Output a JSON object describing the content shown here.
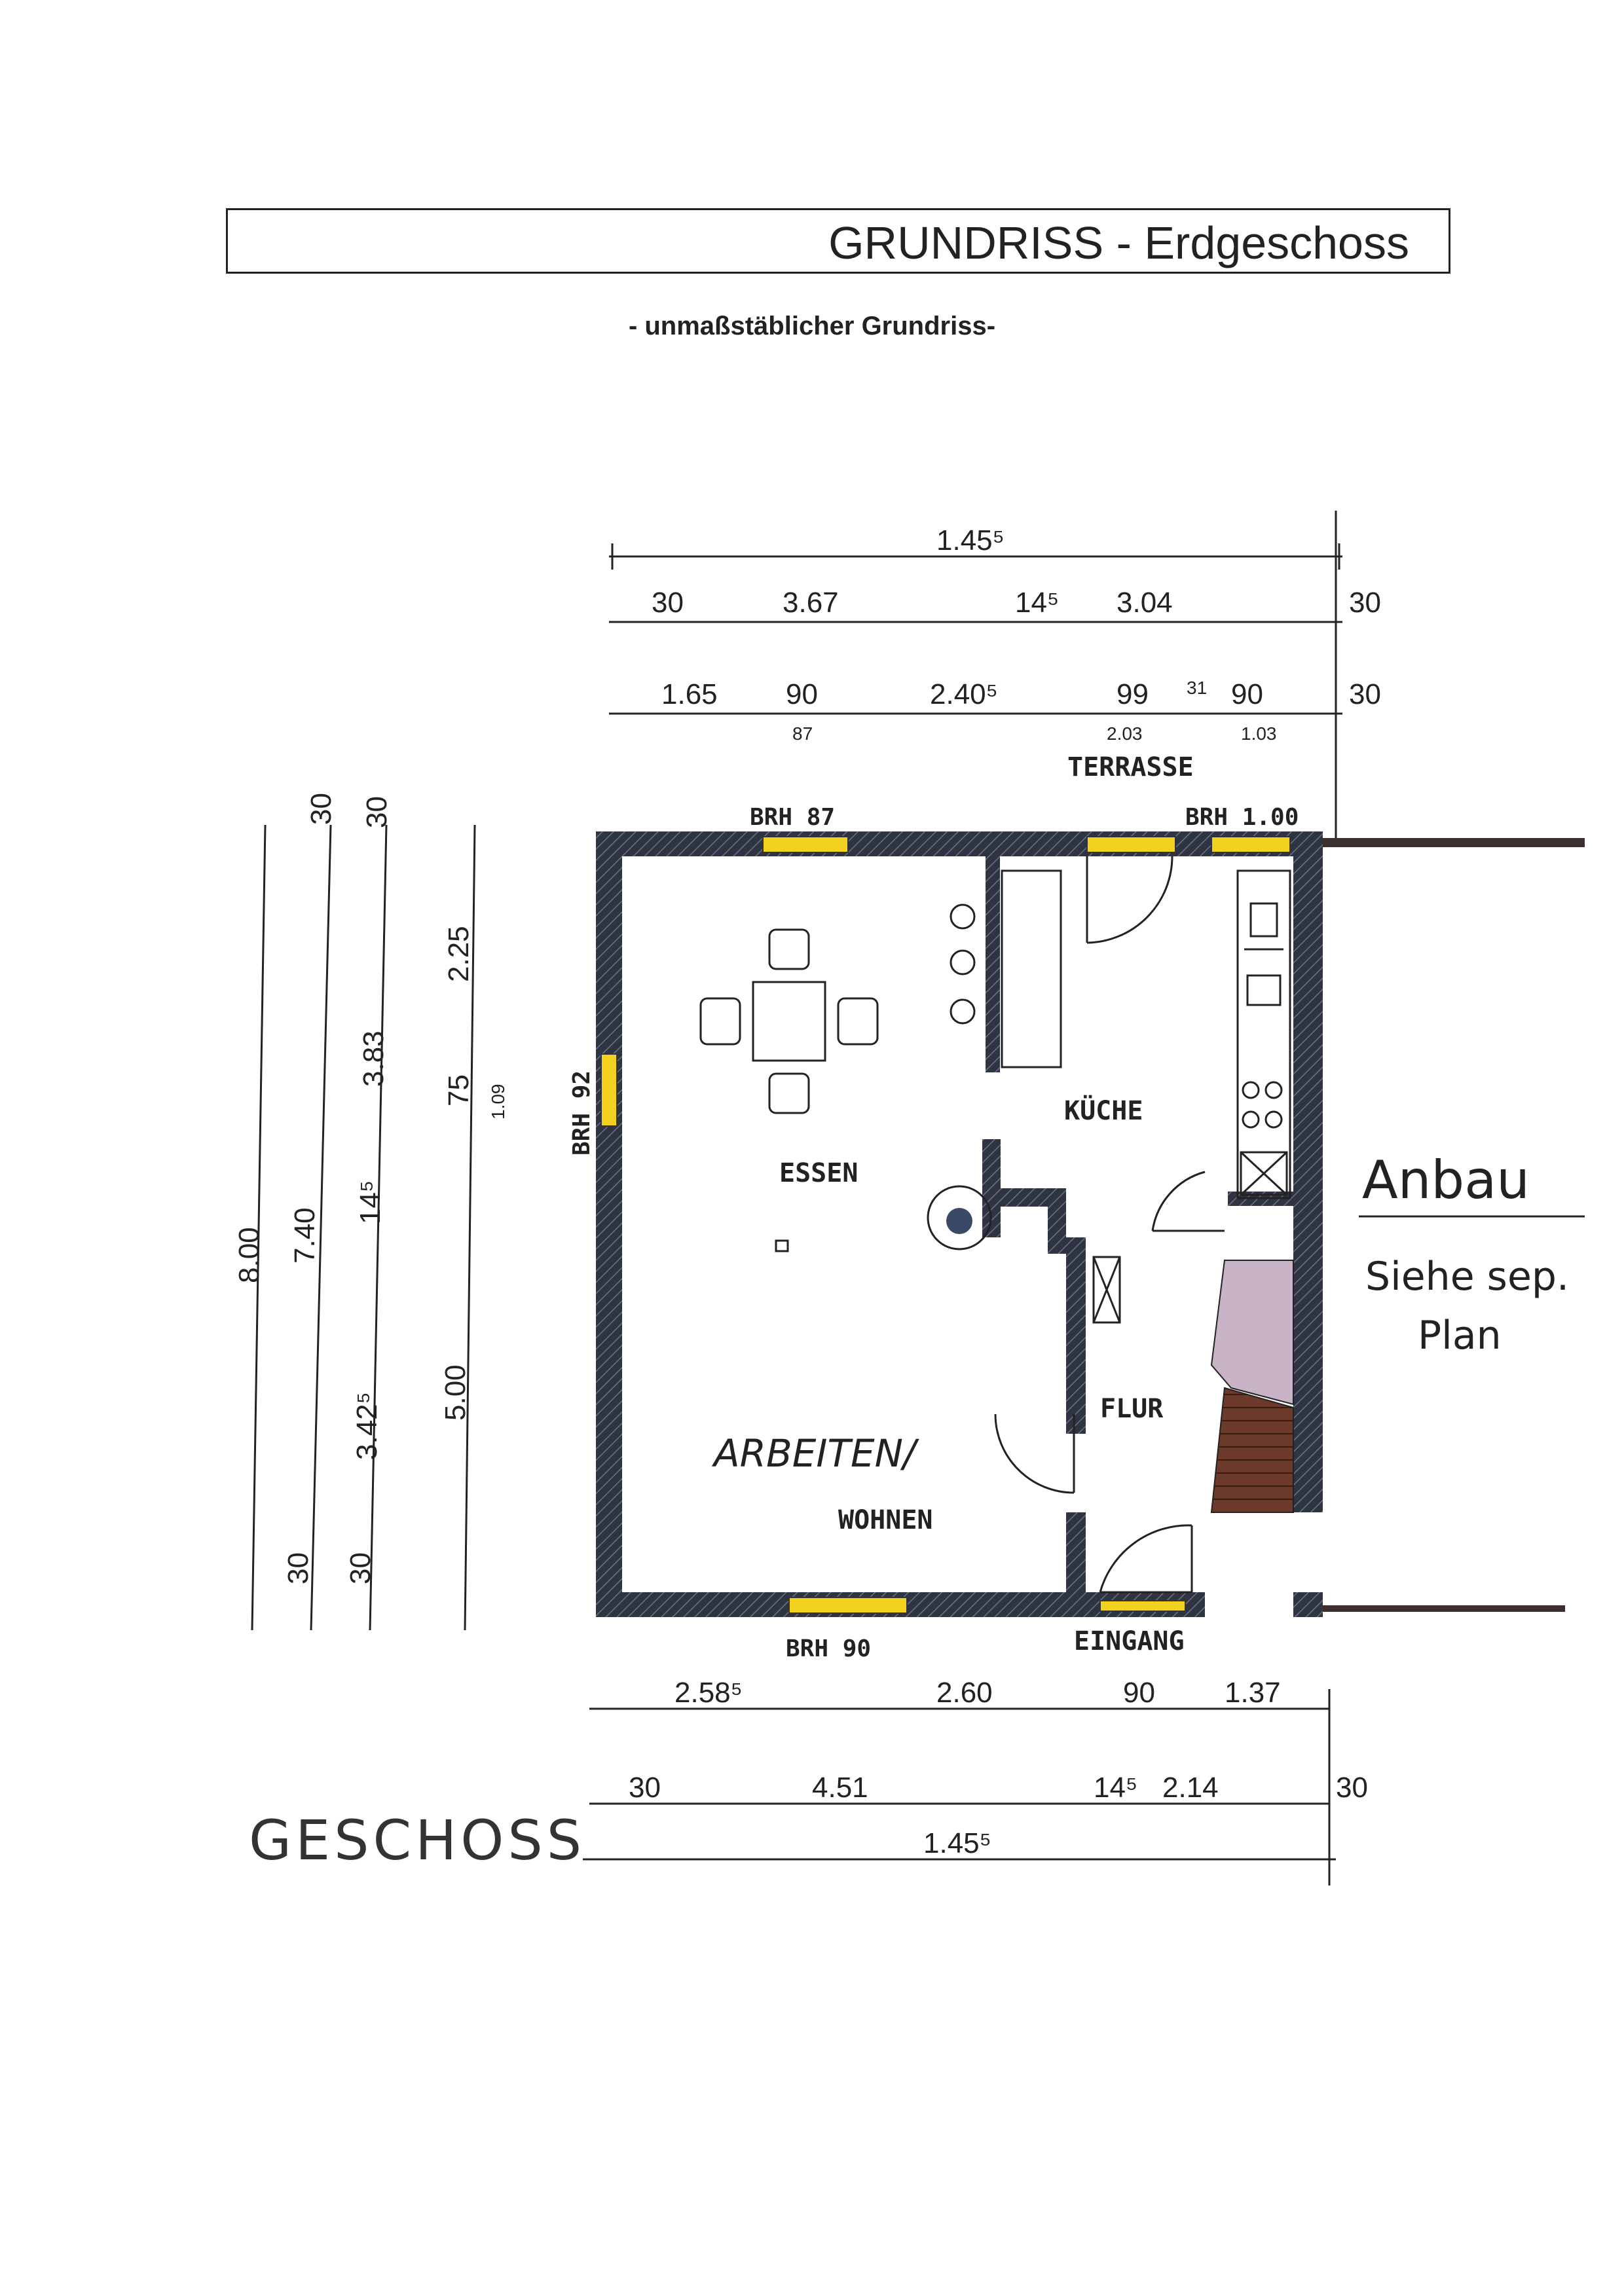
{
  "header": {
    "title": "GRUNDRISS - Erdgeschoss",
    "subtitle": "- unmaßstäblicher Grundriss-"
  },
  "dimensions_top": {
    "row1": {
      "total": "1.45⁵"
    },
    "row2": {
      "a": "30",
      "b": "3.67",
      "c": "14⁵",
      "d": "3.04",
      "e": "30"
    },
    "row3": {
      "a": "1.65",
      "b": "90",
      "b_sub": "87",
      "c": "2.40⁵",
      "d": "99",
      "e": "31",
      "f": "90",
      "f_sub": "1.03",
      "d_sub": "2.03",
      "g": "30"
    }
  },
  "dimensions_left": {
    "col1": "8.00",
    "col2_top": "30",
    "col2_mid": "7.40",
    "col2_bot": "30",
    "col3_top": "30",
    "col3_a": "3.83",
    "col3_b": "14⁵",
    "col3_c": "3.42⁵",
    "col3_bot": "30",
    "col4_a": "2.25",
    "col4_b": "75",
    "col4_b_sub": "1.09",
    "col4_c": "5.00"
  },
  "dimensions_bottom": {
    "row1": {
      "a": "2.58⁵",
      "b": "2.60",
      "c": "90",
      "d": "1.37"
    },
    "row2": {
      "a": "30",
      "b": "4.51",
      "c": "14⁵",
      "d": "2.14",
      "e": "30"
    },
    "row3": {
      "total": "1.45⁵"
    }
  },
  "labels": {
    "terrasse": "TERRASSE",
    "brh_top_left": "BRH 87",
    "brh_top_right": "BRH 1.00",
    "brh_left": "BRH 92",
    "brh_bottom": "BRH 90",
    "kueche": "KÜCHE",
    "essen": "ESSEN",
    "flur": "FLUR",
    "wohnen": "WOHNEN",
    "eingang": "EINGANG",
    "arbeiten": "ARBEITEN/",
    "anbau": "Anbau",
    "siehe": "Siehe sep.",
    "plan": "Plan",
    "geschoss": "GESCHOSS"
  },
  "colors": {
    "wall": "#2f3442",
    "window": "#f2d21e",
    "stairs": "#6b3a2a",
    "stairs_light": "#c9b3c6",
    "ink": "#222222"
  }
}
